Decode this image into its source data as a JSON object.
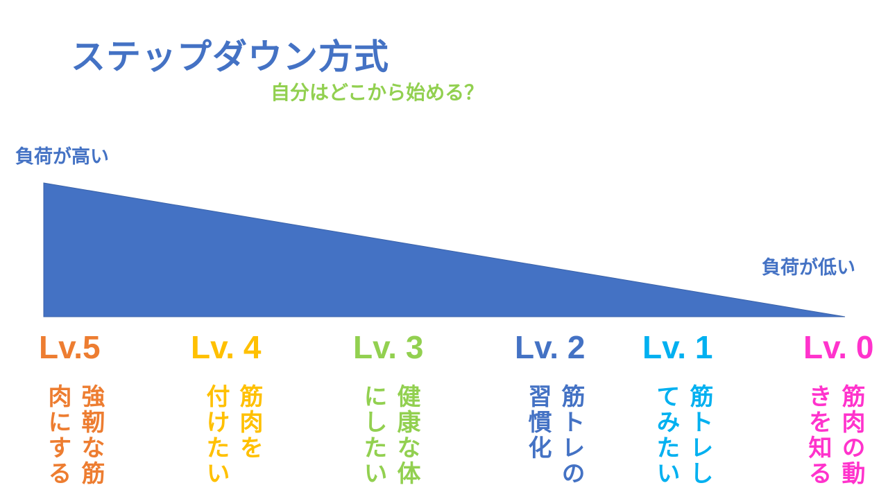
{
  "title": "ステップダウン方式",
  "subtitle": "自分はどこから始める？",
  "load_high": "負荷が高い",
  "load_low": "負荷が低い",
  "colors": {
    "blue": "#4472c4",
    "green": "#92d050",
    "orange": "#ed7d31",
    "yellow": "#ffc000",
    "cyan": "#00b0f0",
    "magenta": "#ff33cc"
  },
  "levels": [
    {
      "label": "Lv.5",
      "lines": [
        "強靭な筋",
        "肉にする"
      ]
    },
    {
      "label": "Lv. 4",
      "lines": [
        "筋肉を",
        "付けたい"
      ]
    },
    {
      "label": "Lv. 3",
      "lines": [
        "健康な体",
        "にしたい"
      ]
    },
    {
      "label": "Lv. 2",
      "lines": [
        "筋トレの",
        "習慣化"
      ]
    },
    {
      "label": "Lv. 1",
      "lines": [
        "筋トレし",
        "てみたい"
      ]
    },
    {
      "label": "Lv. 0",
      "lines": [
        "筋肉の動",
        "きを知る"
      ]
    }
  ]
}
